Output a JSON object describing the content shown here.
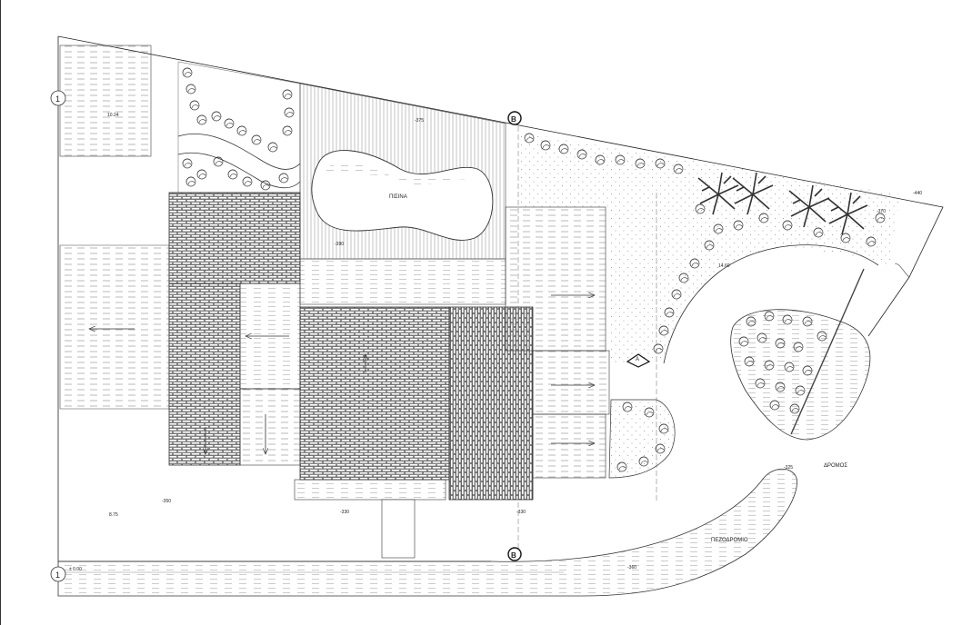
{
  "drawing": {
    "pool_label": "ΠΙΣΙΝΑ",
    "road_label": "ΔΡΟΜΟΣ",
    "sidewalk_label": "ΠΕΖΟΔΡΟΜΙΟ",
    "grid_1_top": "1",
    "grid_1_bottom": "1",
    "section_b_top": "B",
    "section_b_bottom": "B",
    "section_a": "A"
  },
  "levels": {
    "nw_lawn": "10.24",
    "pool_deck_top": "-375",
    "pool_deck_bottom": "-390",
    "east_tip": "-440",
    "east_slope": "-370",
    "east_garden": "14.60",
    "south_west": "-350",
    "south_west_outer": "8.75",
    "house_south": "-330",
    "house_south_east": "-330",
    "road_corner": "-325",
    "sidewalk": "-360",
    "datum": "± 0.00"
  },
  "colors": {
    "line": "#222222",
    "paving": "#555555",
    "hatch": "#888888",
    "planting": "#333333"
  }
}
